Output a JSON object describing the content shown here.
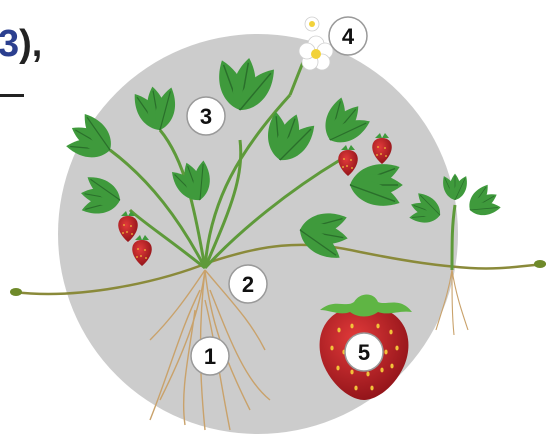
{
  "text_fragment": {
    "highlight": "3",
    "rest": "),",
    "highlight_color": "#2b3f8f"
  },
  "labels": {
    "roots": "1",
    "runner": "2",
    "leaves": "3",
    "flower": "4",
    "fruit": "5"
  },
  "colors": {
    "background_circle": "#cccccc",
    "leaf": "#3f9a3c",
    "leaf_dark": "#2a6f2b",
    "stem": "#5e9a3a",
    "berry": "#c8222a",
    "seed": "#f2c23a",
    "root": "#c9a26b",
    "runner": "#8a8a3a",
    "badge_fill": "#ffffff",
    "badge_text": "#111111"
  }
}
